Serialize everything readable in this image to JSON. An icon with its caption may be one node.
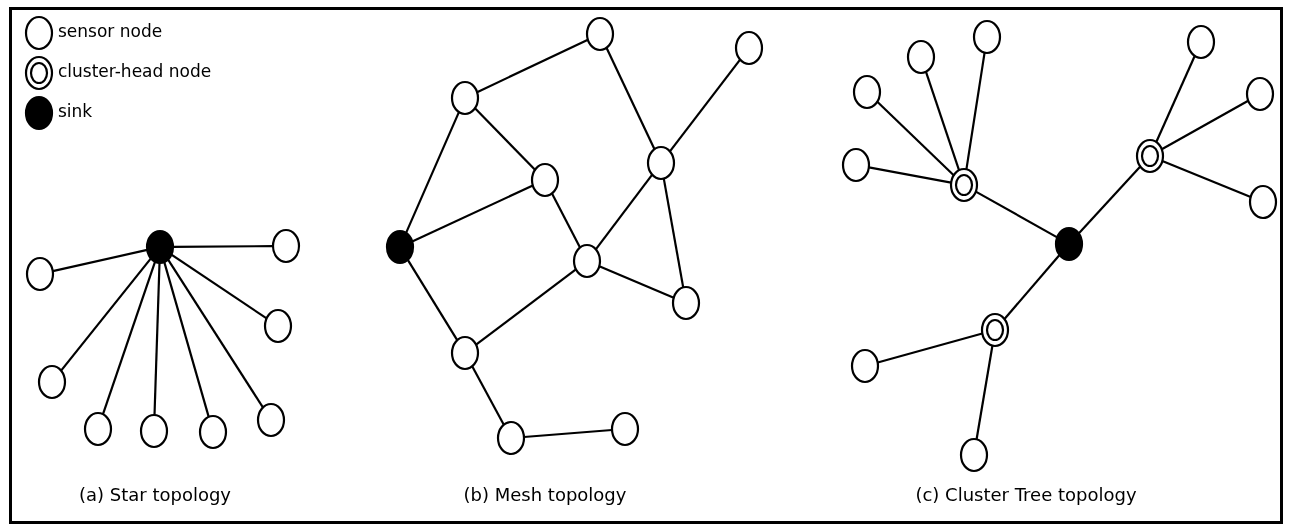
{
  "diagram": {
    "nodes": [
      {
        "text": [],
        "shape": "dot"
      },
      {
        "text": [],
        "shape": "circle"
      },
      {
        "text": [],
        "shape": "circle"
      },
      {
        "text": [],
        "shape": "circle"
      },
      {
        "text": [],
        "shape": "circle"
      },
      {
        "text": [],
        "shape": "circle"
      },
      {
        "text": [],
        "shape": "circle"
      },
      {
        "text": [],
        "shape": "circle"
      },
      {
        "text": [],
        "shape": "circle"
      },
      {
        "text": [],
        "shape": "dot"
      },
      {
        "text": [],
        "shape": "circle"
      },
      {
        "text": [],
        "shape": "circle"
      },
      {
        "text": [],
        "shape": "circle"
      },
      {
        "text": [],
        "shape": "circle"
      },
      {
        "text": [],
        "shape": "circle"
      },
      {
        "text": [],
        "shape": "circle"
      },
      {
        "text": [],
        "shape": "circle"
      },
      {
        "text": [],
        "shape": "circle"
      },
      {
        "text": [],
        "shape": "circle"
      },
      {
        "text": [],
        "shape": "circle"
      },
      {
        "text": [],
        "shape": "dot"
      },
      {
        "text": [],
        "shape": "ring"
      },
      {
        "text": [],
        "shape": "ring"
      },
      {
        "text": [],
        "shape": "ring"
      },
      {
        "text": [],
        "shape": "circle"
      },
      {
        "text": [],
        "shape": "circle"
      },
      {
        "text": [],
        "shape": "circle"
      },
      {
        "text": [],
        "shape": "circle"
      },
      {
        "text": [],
        "shape": "circle"
      },
      {
        "text": [],
        "shape": "circle"
      },
      {
        "text": [],
        "shape": "circle"
      },
      {
        "text": [],
        "shape": "circle"
      },
      {
        "text": [],
        "shape": "circle"
      }
    ],
    "edges": [
      {
        "from": 0,
        "to": 1,
        "arrow": "none"
      },
      {
        "from": 0,
        "to": 2,
        "arrow": "none"
      },
      {
        "from": 0,
        "to": 3,
        "arrow": "none"
      },
      {
        "from": 0,
        "to": 4,
        "arrow": "none"
      },
      {
        "from": 0,
        "to": 5,
        "arrow": "none"
      },
      {
        "from": 0,
        "to": 6,
        "arrow": "none"
      },
      {
        "from": 0,
        "to": 7,
        "arrow": "none"
      },
      {
        "from": 0,
        "to": 8,
        "arrow": "none"
      },
      {
        "from": 10,
        "to": 11,
        "arrow": "none"
      },
      {
        "from": 11,
        "to": 14,
        "arrow": "none"
      },
      {
        "from": 12,
        "to": 14,
        "arrow": "none"
      },
      {
        "from": 9,
        "to": 10,
        "arrow": "none"
      },
      {
        "from": 10,
        "to": 13,
        "arrow": "none"
      },
      {
        "from": 9,
        "to": 13,
        "arrow": "none"
      },
      {
        "from": 13,
        "to": 15,
        "arrow": "none"
      },
      {
        "from": 14,
        "to": 15,
        "arrow": "none"
      },
      {
        "from": 14,
        "to": 16,
        "arrow": "none"
      },
      {
        "from": 15,
        "to": 16,
        "arrow": "none"
      },
      {
        "from": 9,
        "to": 17,
        "arrow": "none"
      },
      {
        "from": 17,
        "to": 15,
        "arrow": "none"
      },
      {
        "from": 17,
        "to": 18,
        "arrow": "none"
      },
      {
        "from": 18,
        "to": 19,
        "arrow": "none"
      },
      {
        "from": 20,
        "to": 21,
        "arrow": "none"
      },
      {
        "from": 20,
        "to": 22,
        "arrow": "none"
      },
      {
        "from": 20,
        "to": 23,
        "arrow": "none"
      },
      {
        "from": 21,
        "to": 24,
        "arrow": "none"
      },
      {
        "from": 21,
        "to": 25,
        "arrow": "none"
      },
      {
        "from": 21,
        "to": 26,
        "arrow": "none"
      },
      {
        "from": 21,
        "to": 27,
        "arrow": "none"
      },
      {
        "from": 22,
        "to": 28,
        "arrow": "none"
      },
      {
        "from": 22,
        "to": 29,
        "arrow": "none"
      },
      {
        "from": 22,
        "to": 30,
        "arrow": "none"
      },
      {
        "from": 23,
        "to": 31,
        "arrow": "none"
      },
      {
        "from": 23,
        "to": 32,
        "arrow": "none"
      }
    ],
    "labels": [
      "(a) Star topology",
      "(b) Mesh topology",
      "(c) Cluster Tree topology"
    ],
    "legend": [
      {
        "text": "sensor node"
      },
      {
        "text": "cluster-head node"
      },
      {
        "text": "sink"
      }
    ]
  }
}
